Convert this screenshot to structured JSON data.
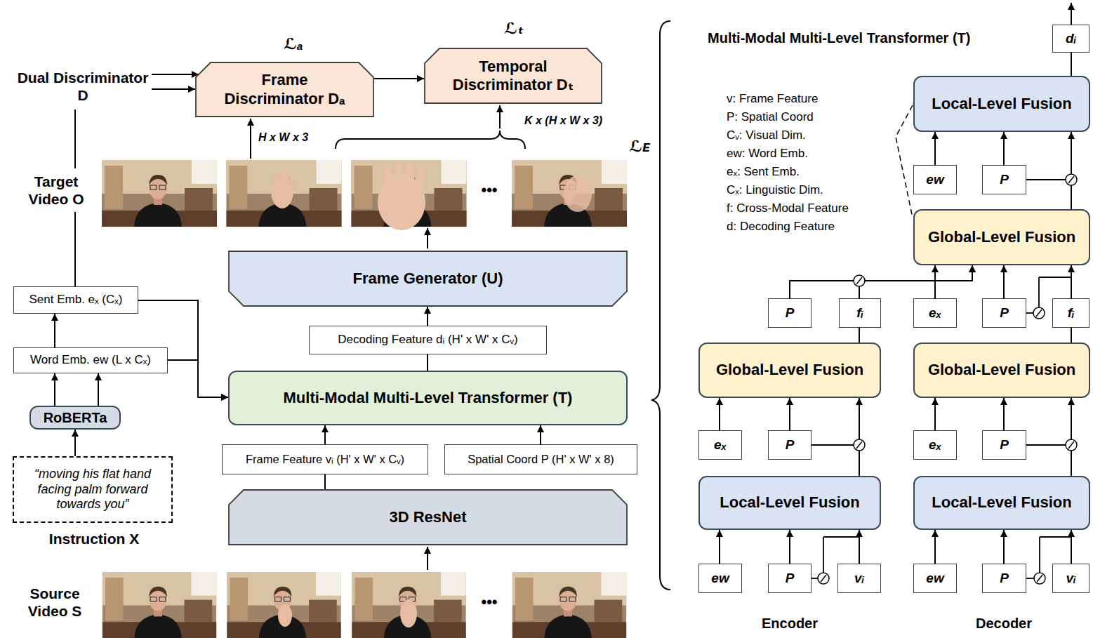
{
  "diagram": {
    "nodes": [
      {
        "text": [
          "Frame Discriminator Dₐ"
        ]
      },
      {
        "text": [
          "Temporal Discriminator Dₜ"
        ]
      },
      {
        "text": [
          "Frame Generator (U)"
        ]
      },
      {
        "text": [
          "Decoding Feature dᵢ (H' x W' x Cᵥ)"
        ]
      },
      {
        "text": [
          "Sent Emb. eₓ (Cₓ)"
        ]
      },
      {
        "text": [
          "Word Emb. ew (L x Cₓ)"
        ]
      },
      {
        "text": [
          "Multi-Modal Multi-Level Transformer (T)"
        ]
      },
      {
        "text": [
          "RoBERTa"
        ]
      },
      {
        "text": [
          "“moving his flat hand facing palm forward towards you”",
          "Instruction X"
        ]
      },
      {
        "text": [
          "Frame Feature vᵢ (H' x W' x Cᵥ)"
        ]
      },
      {
        "text": [
          "Spatial Coord P (H' x W' x 8)"
        ]
      },
      {
        "text": [
          "3D ResNet"
        ]
      },
      {
        "text": [
          "dᵢ"
        ]
      },
      {
        "text": [
          "Local-Level Fusion"
        ]
      },
      {
        "text": [
          "ew"
        ]
      },
      {
        "text": [
          "P"
        ]
      },
      {
        "text": [
          "Global-Level Fusion"
        ]
      },
      {
        "text": [
          "P"
        ]
      },
      {
        "text": [
          "fᵢ"
        ]
      },
      {
        "text": [
          "eₓ"
        ]
      },
      {
        "text": [
          "P"
        ]
      },
      {
        "text": [
          "fᵢ"
        ]
      },
      {
        "text": [
          "Global-Level Fusion"
        ]
      },
      {
        "text": [
          "Global-Level Fusion"
        ]
      },
      {
        "text": [
          "eₓ"
        ]
      },
      {
        "text": [
          "P"
        ]
      },
      {
        "text": [
          "eₓ"
        ]
      },
      {
        "text": [
          "P"
        ]
      },
      {
        "text": [
          "Local-Level Fusion"
        ]
      },
      {
        "text": [
          "Local-Level Fusion"
        ]
      },
      {
        "text": [
          "ew"
        ]
      },
      {
        "text": [
          "P"
        ]
      },
      {
        "text": [
          "vᵢ"
        ]
      },
      {
        "text": [
          "ew"
        ]
      },
      {
        "text": [
          "P"
        ]
      },
      {
        "text": [
          "vᵢ"
        ]
      }
    ],
    "edges": [
      {
        "from": 7,
        "to": 5,
        "arrow": "to"
      },
      {
        "from": 7,
        "to": 5,
        "arrow": "to"
      },
      {
        "from": 5,
        "to": 4,
        "arrow": "to"
      },
      {
        "from": 4,
        "to": 6,
        "arrow": "to"
      },
      {
        "from": 5,
        "to": 6,
        "arrow": "to"
      },
      {
        "from": 8,
        "to": 7,
        "arrow": "to"
      },
      {
        "from": 11,
        "to": 9,
        "arrow": "none"
      },
      {
        "from": 9,
        "to": 6,
        "arrow": "to"
      },
      {
        "from": 10,
        "to": 6,
        "arrow": "to"
      },
      {
        "from": 6,
        "to": 3,
        "arrow": "none"
      },
      {
        "from": 3,
        "to": 2,
        "arrow": "to"
      },
      {
        "from": 0,
        "to": 1,
        "arrow": "to"
      },
      {
        "from": 30,
        "to": 28,
        "arrow": "to"
      },
      {
        "from": 31,
        "to": 28,
        "arrow": "to"
      },
      {
        "from": 32,
        "to": 28,
        "arrow": "to"
      },
      {
        "from": 28,
        "to": 22,
        "arrow": "to"
      },
      {
        "from": 24,
        "to": 22,
        "arrow": "to"
      },
      {
        "from": 25,
        "to": 22,
        "arrow": "to"
      },
      {
        "from": 22,
        "to": 18,
        "arrow": "none"
      },
      {
        "from": 18,
        "to": 16,
        "arrow": "to"
      },
      {
        "from": 17,
        "to": 16,
        "arrow": "to"
      },
      {
        "from": 33,
        "to": 29,
        "arrow": "to"
      },
      {
        "from": 34,
        "to": 29,
        "arrow": "to"
      },
      {
        "from": 35,
        "to": 29,
        "arrow": "to"
      },
      {
        "from": 29,
        "to": 23,
        "arrow": "to"
      },
      {
        "from": 26,
        "to": 23,
        "arrow": "to"
      },
      {
        "from": 27,
        "to": 23,
        "arrow": "to"
      },
      {
        "from": 23,
        "to": 21,
        "arrow": "none"
      },
      {
        "from": 19,
        "to": 16,
        "arrow": "to"
      },
      {
        "from": 20,
        "to": 16,
        "arrow": "to"
      },
      {
        "from": 21,
        "to": 16,
        "arrow": "to"
      },
      {
        "from": 16,
        "to": 13,
        "arrow": "to"
      },
      {
        "from": 14,
        "to": 13,
        "arrow": "to"
      },
      {
        "from": 15,
        "to": 13,
        "arrow": "to"
      },
      {
        "from": 13,
        "to": 12,
        "arrow": "none"
      }
    ],
    "labels": [
      "Dual Discriminator D",
      "ℒₐ",
      "ℒₜ",
      "H x W x 3",
      "K x (H x W x 3)",
      "ℒᴇ",
      "Target Video O",
      "•••",
      "Source Video S",
      "•••",
      "Multi-Modal Multi-Level Transformer (T)",
      "v: Frame Feature",
      "P: Spatial Coord",
      "Cᵥ: Visual Dim.",
      "ew: Word Emb.",
      "eₓ: Sent Emb.",
      "Cₓ: Linguistic Dim.",
      "f: Cross-Modal Feature",
      "d: Decoding Feature",
      "Encoder",
      "Decoder"
    ]
  }
}
